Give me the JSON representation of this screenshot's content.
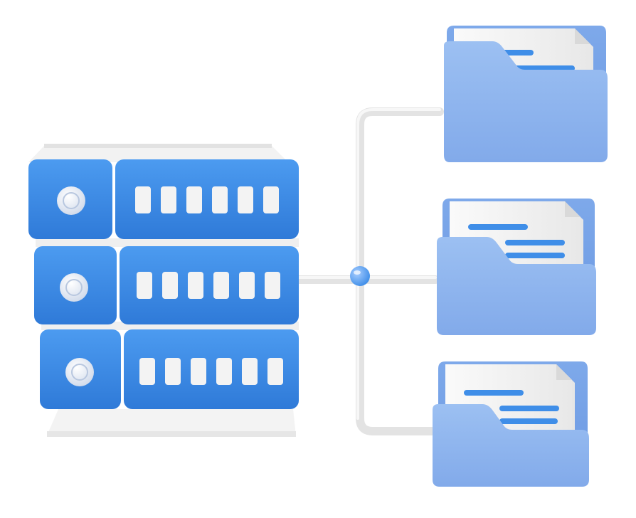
{
  "scene": {
    "subject": "server-to-folders",
    "icons": [
      "server-icon",
      "connector-node-icon",
      "folder-icon",
      "document-icon"
    ],
    "colors": {
      "server_blue": "#3f8ee8",
      "server_blue_dark": "#2f78d6",
      "panel_white": "#f4f4f4",
      "connector_gray": "#e6e6e6",
      "folder_blue": "#8fb6ee",
      "folder_blue_back": "#7aa6e8",
      "document_line": "#3f8ee8"
    },
    "server_units": 3,
    "slots_per_unit": 6,
    "folders": 3
  }
}
